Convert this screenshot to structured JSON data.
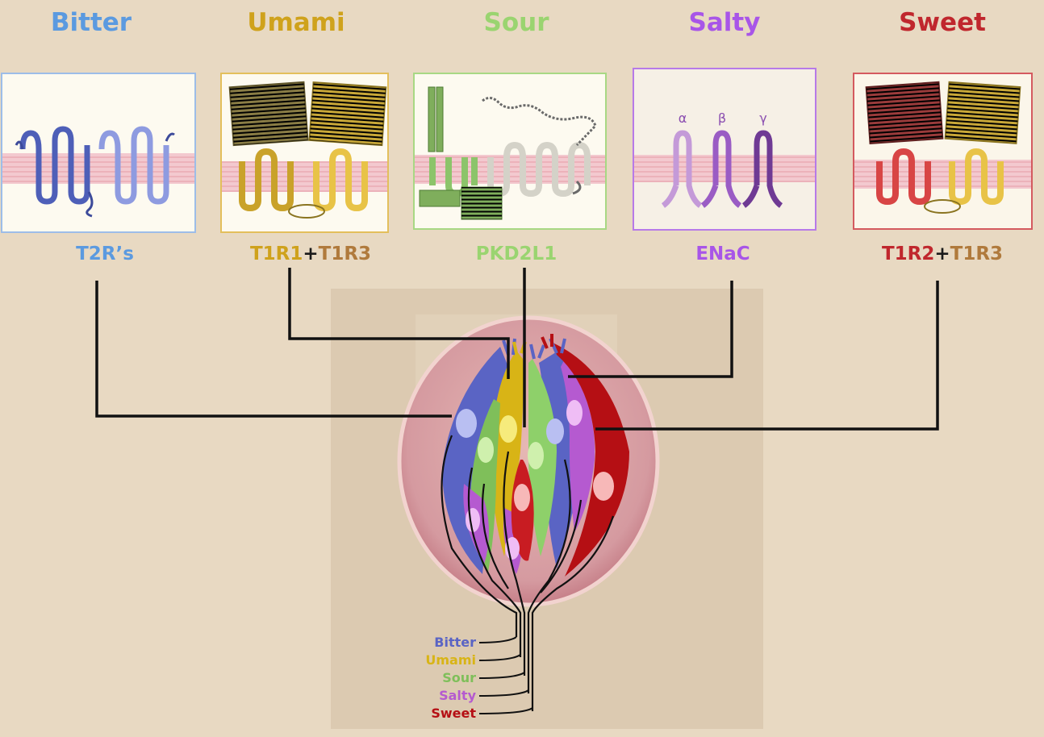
{
  "colors": {
    "background": "#e8d9c2",
    "bitter": "#5b9ae0",
    "umami": "#cfa21c",
    "sour": "#9ad470",
    "salty": "#a855e8",
    "sweet": "#c0272d",
    "plus": "#1a1a1a",
    "t1r3": "#b07a3c"
  },
  "tastes": [
    {
      "name": "Bitter",
      "receptor_parts": [
        "T2R’s"
      ]
    },
    {
      "name": "Umami",
      "receptor_parts": [
        "T1R1",
        "+",
        "T1R3"
      ]
    },
    {
      "name": "Sour",
      "receptor_parts": [
        "PKD2L1"
      ]
    },
    {
      "name": "Salty",
      "receptor_parts": [
        "ENaC"
      ],
      "subunits": [
        "α",
        "β",
        "γ"
      ]
    },
    {
      "name": "Sweet",
      "receptor_parts": [
        "T1R2",
        "+",
        "T1R3"
      ]
    }
  ],
  "legend": [
    "Bitter",
    "Umami",
    "Sour",
    "Salty",
    "Sweet"
  ]
}
